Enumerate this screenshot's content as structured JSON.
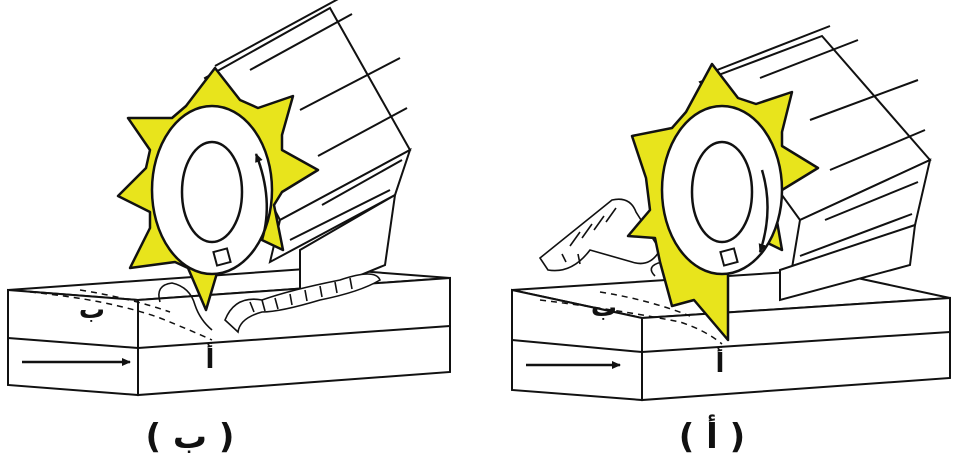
{
  "colors": {
    "cutter_fill": "#e8e41c",
    "ink": "#111111",
    "background": "#ffffff"
  },
  "panels": [
    {
      "id": "right",
      "caption": "( أ )",
      "point_a": "أ",
      "point_b": "ب",
      "rotation_icon": "arrow-clockwise-down-icon",
      "feed_icon": "arrow-right-icon"
    },
    {
      "id": "left",
      "caption": "( ب )",
      "point_a": "أ",
      "point_b": "ب",
      "rotation_icon": "arrow-counterclockwise-up-icon",
      "feed_icon": "arrow-right-icon"
    }
  ]
}
